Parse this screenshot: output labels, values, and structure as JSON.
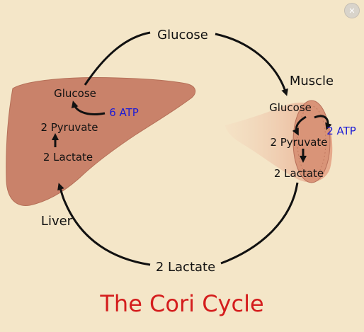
{
  "labels": {
    "top_glucose": "Glucose",
    "bottom_lactate": "2 Lactate",
    "muscle_title": "Muscle",
    "liver_title": "Liver",
    "liver_glucose": "Glucose",
    "liver_pyruvate": "2 Pyruvate",
    "liver_lactate": "2 Lactate",
    "liver_atp": "6 ATP",
    "muscle_glucose": "Glucose",
    "muscle_pyruvate": "2 Pyruvate",
    "muscle_lactate": "2 Lactate",
    "muscle_atp": "2 ATP",
    "caption": "The Cori Cycle"
  },
  "colors": {
    "background": "#f4e6c8",
    "liver_fill": "#c9826a",
    "muscle_fill": "#e3a88c",
    "atp_text": "#1b1bd6",
    "caption": "#d41d1d",
    "arrow": "#111111"
  },
  "icons": {
    "close": "close-icon"
  }
}
